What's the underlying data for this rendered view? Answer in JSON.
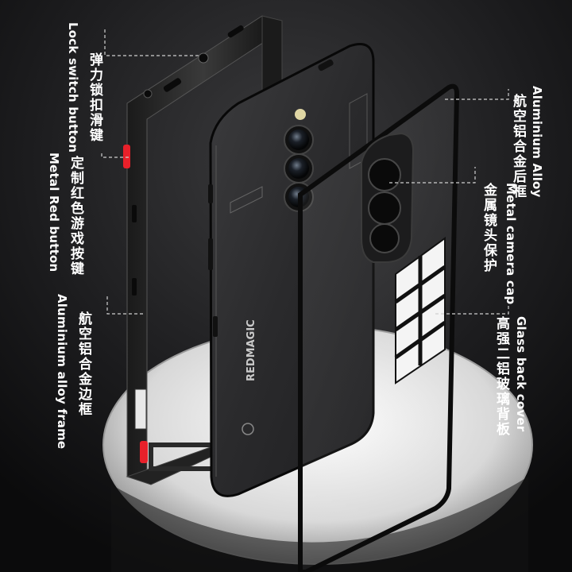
{
  "labels": {
    "lock_switch": {
      "en": "Lock switch button",
      "cn": "弹力锁扣滑键"
    },
    "red_button": {
      "en": "Metal Red button",
      "cn": "定制红色游戏按键"
    },
    "alloy_frame": {
      "en": "Aluminium alloy frame",
      "cn": "航空铝合金边框"
    },
    "alloy_back_frame": {
      "en": "Aluminium Alloy",
      "cn": "航空铝合金后框"
    },
    "camera_cap": {
      "en": "Metal camera cap",
      "cn": "金属镜头保护"
    },
    "glass_cover": {
      "en": "Glass back cover",
      "cn": "高强二铝玻璃背板"
    }
  },
  "phone": {
    "brand": "REDMAGIC"
  },
  "colors": {
    "background": "#0f0f10",
    "accent_red": "#e8202a",
    "label_text": "#ffffff",
    "callout_line": "#cfcfcf"
  }
}
